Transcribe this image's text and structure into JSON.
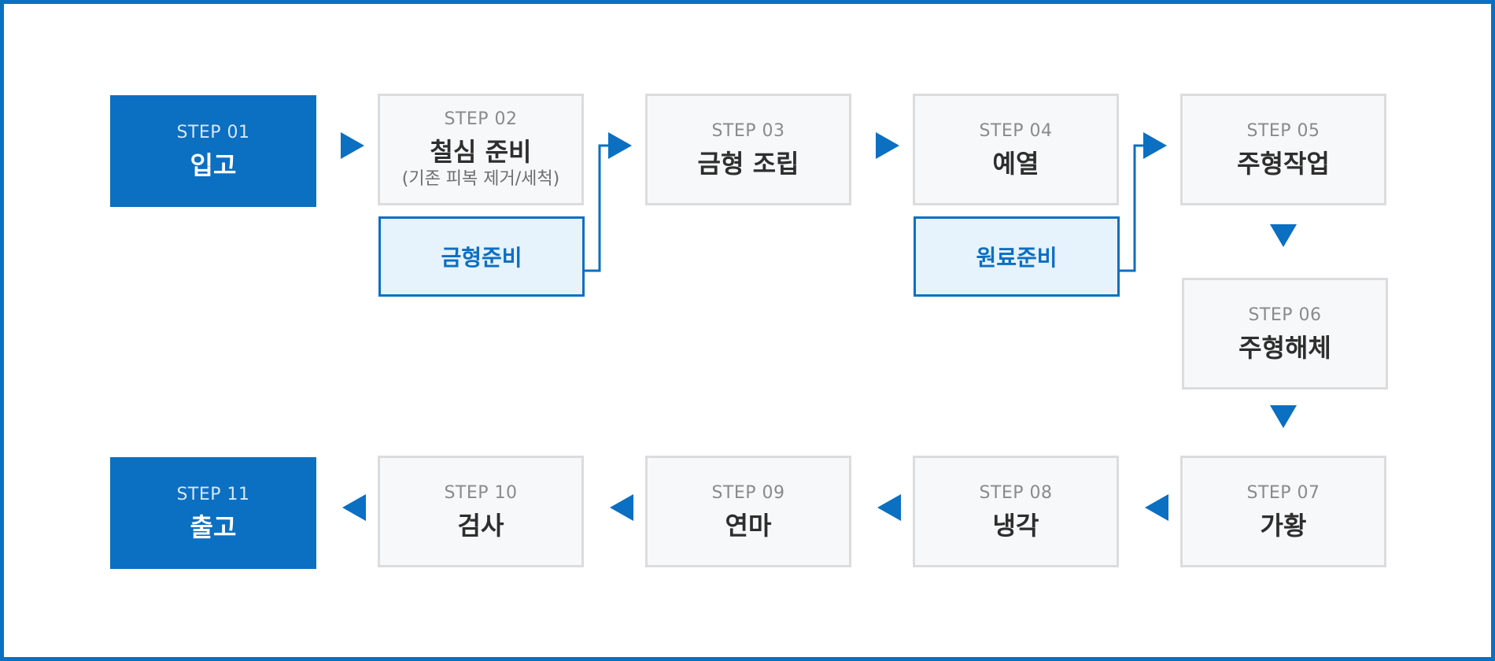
{
  "colors": {
    "accent": "#0b6fc2",
    "box_bg": "#f7f8f9",
    "box_border": "#dcdcdc",
    "prep_bg": "#e6f2fc"
  },
  "steps": [
    {
      "num": "STEP 01",
      "title": "입고"
    },
    {
      "num": "STEP 02",
      "title": "철심 준비",
      "sub": "(기존 피복 제거/세척)"
    },
    {
      "num": "STEP 03",
      "title": "금형 조립"
    },
    {
      "num": "STEP 04",
      "title": "예열"
    },
    {
      "num": "STEP 05",
      "title": "주형작업"
    },
    {
      "num": "STEP 06",
      "title": "주형해체"
    },
    {
      "num": "STEP 07",
      "title": "가황"
    },
    {
      "num": "STEP 08",
      "title": "냉각"
    },
    {
      "num": "STEP 09",
      "title": "연마"
    },
    {
      "num": "STEP 10",
      "title": "검사"
    },
    {
      "num": "STEP 11",
      "title": "출고"
    }
  ],
  "prep": [
    {
      "label": "금형준비"
    },
    {
      "label": "원료준비"
    }
  ]
}
